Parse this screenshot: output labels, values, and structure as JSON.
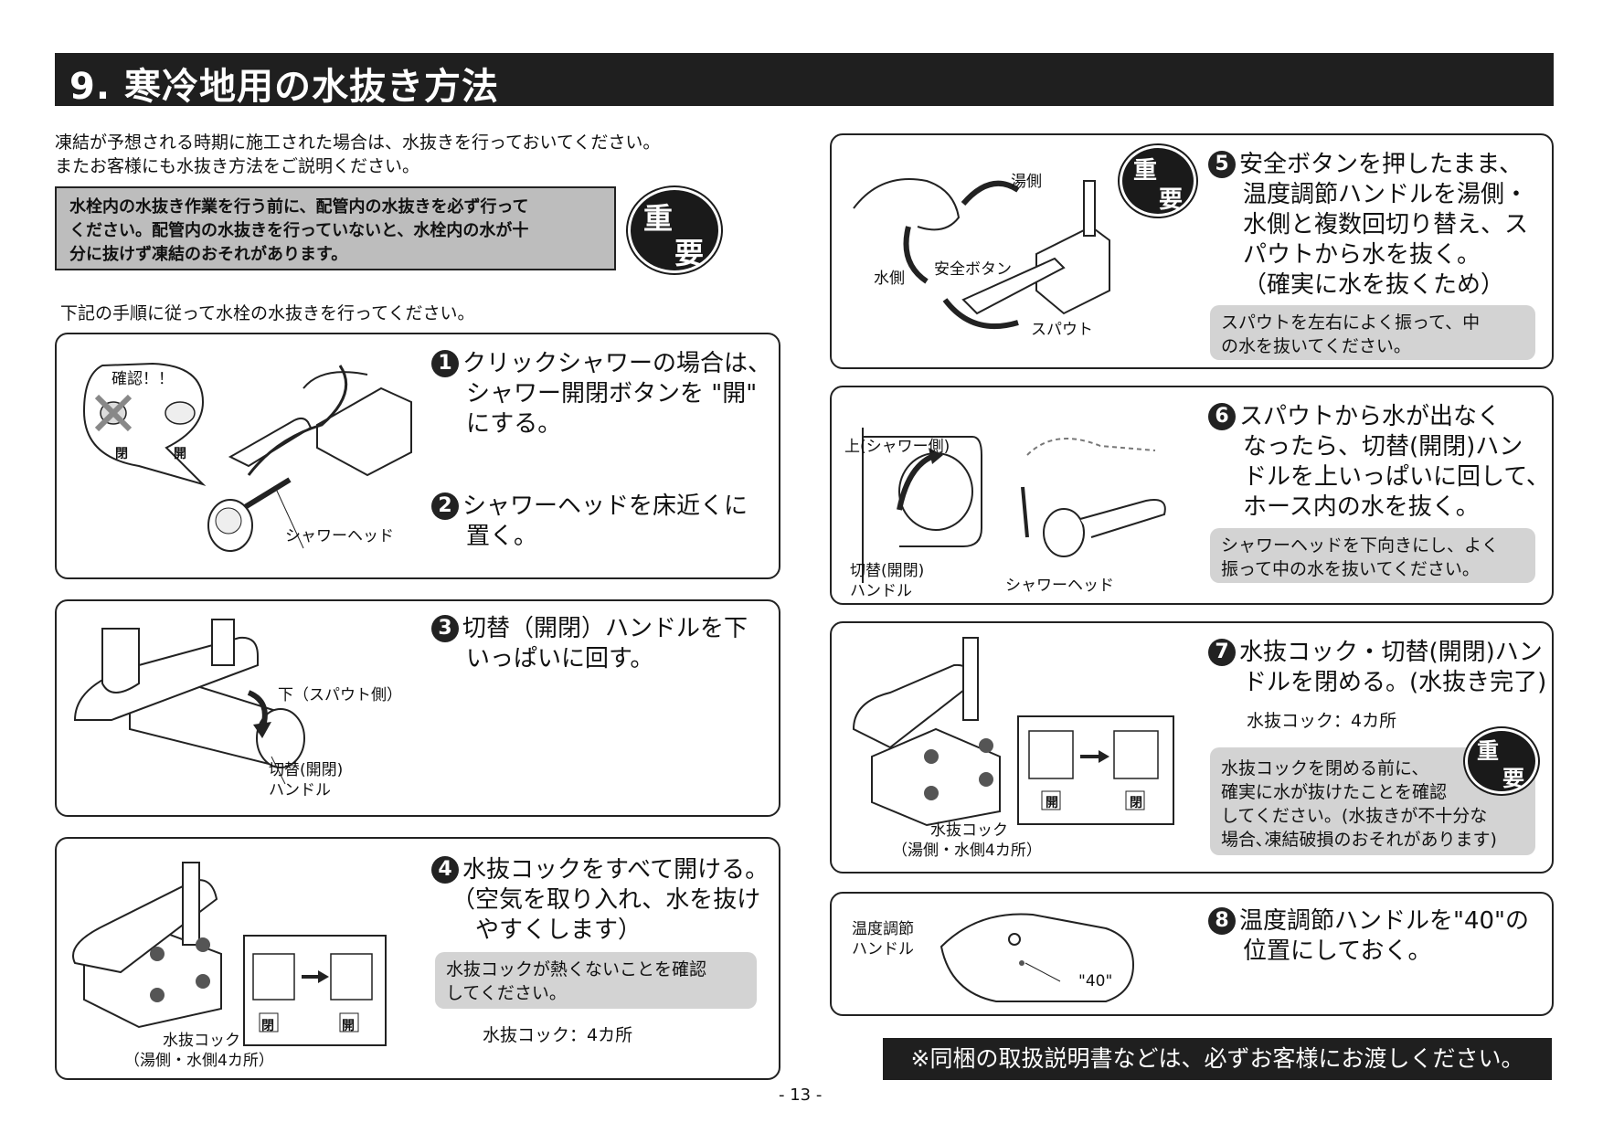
{
  "title": "9. 寒冷地用の水抜き方法",
  "intro": {
    "line1": "凍結が予想される時期に施工された場合は、水抜きを行っておいてください。",
    "line2": "またお客様にも水抜き方法をご説明ください。"
  },
  "warning": {
    "line1": "水栓内の水抜き作業を行う前に、配管内の水抜きを必ず行って",
    "line2": "ください。配管内の水抜きを行っていないと、水栓内の水が十",
    "line3": "分に抜けず凍結のおそれがあります。"
  },
  "badge": {
    "top": "重",
    "bottom": "要"
  },
  "procedure_intro": "下記の手順に従って水栓の水抜きを行ってください。",
  "steps": {
    "s1": {
      "num": "1",
      "line1": "クリックシャワーの場合は、",
      "line2": "シャワー開閉ボタンを \"開\"",
      "line3": "にする。"
    },
    "s2": {
      "num": "2",
      "line1": "シャワーヘッドを床近くに",
      "line2": "置く。"
    },
    "s3": {
      "num": "3",
      "line1": "切替（開閉）ハンドルを下",
      "line2": "いっぱいに回す。"
    },
    "s4": {
      "num": "4",
      "line1": "水抜コックをすべて開ける。",
      "line2": "（空気を取り入れ、水を抜け",
      "line3": "やすくします）",
      "note1": "水抜コックが熱くないことを確認",
      "note2": "してください。",
      "count": "水抜コック：4カ所"
    },
    "s5": {
      "num": "5",
      "line1": "安全ボタンを押したまま、",
      "line2": "温度調節ハンドルを湯側・",
      "line3": "水側と複数回切り替え、ス",
      "line4": "パウトから水を抜く。",
      "line5": "（確実に水を抜くため）",
      "note1": "スパウトを左右によく振って、中",
      "note2": "の水を抜いてください。"
    },
    "s6": {
      "num": "6",
      "line1": "スパウトから水が出なく",
      "line2": "なったら、切替(開閉)ハン",
      "line3": "ドルを上いっぱいに回して、",
      "line4": "ホース内の水を抜く。",
      "note1": "シャワーヘッドを下向きにし、よく",
      "note2": "振って中の水を抜いてください。"
    },
    "s7": {
      "num": "7",
      "line1": "水抜コック・切替(開閉)ハン",
      "line2": "ドルを閉める。(水抜き完了)",
      "count": "水抜コック：4カ所",
      "note1": "水抜コックを閉める前に、",
      "note2": "確実に水が抜けたことを確認",
      "note3": "してください。(水抜きが不十分な",
      "note4": "場合､凍結破損のおそれがあります)"
    },
    "s8": {
      "num": "8",
      "line1": "温度調節ハンドルを\"40\"の",
      "line2": "位置にしておく。"
    }
  },
  "labels": {
    "confirm": "確認！！",
    "close": "閉",
    "open": "開",
    "shower_head": "シャワーヘッド",
    "down_spout": "下（スパウト側）",
    "switch_handle_1": "切替(開閉)",
    "switch_handle_2": "ハンドル",
    "drain_cock": "水抜コック",
    "drain_cock_sub": "（湯側・水側4カ所）",
    "hot_side": "湯側",
    "cold_side": "水側",
    "safety_button": "安全ボタン",
    "spout": "スパウト",
    "up_shower": "上(シャワー側)",
    "temp_handle_1": "温度調節",
    "temp_handle_2": "ハンドル",
    "forty": "\"40\""
  },
  "footer_note": "※同梱の取扱説明書などは、必ずお客様にお渡しください。",
  "page_number": "- 13 -"
}
